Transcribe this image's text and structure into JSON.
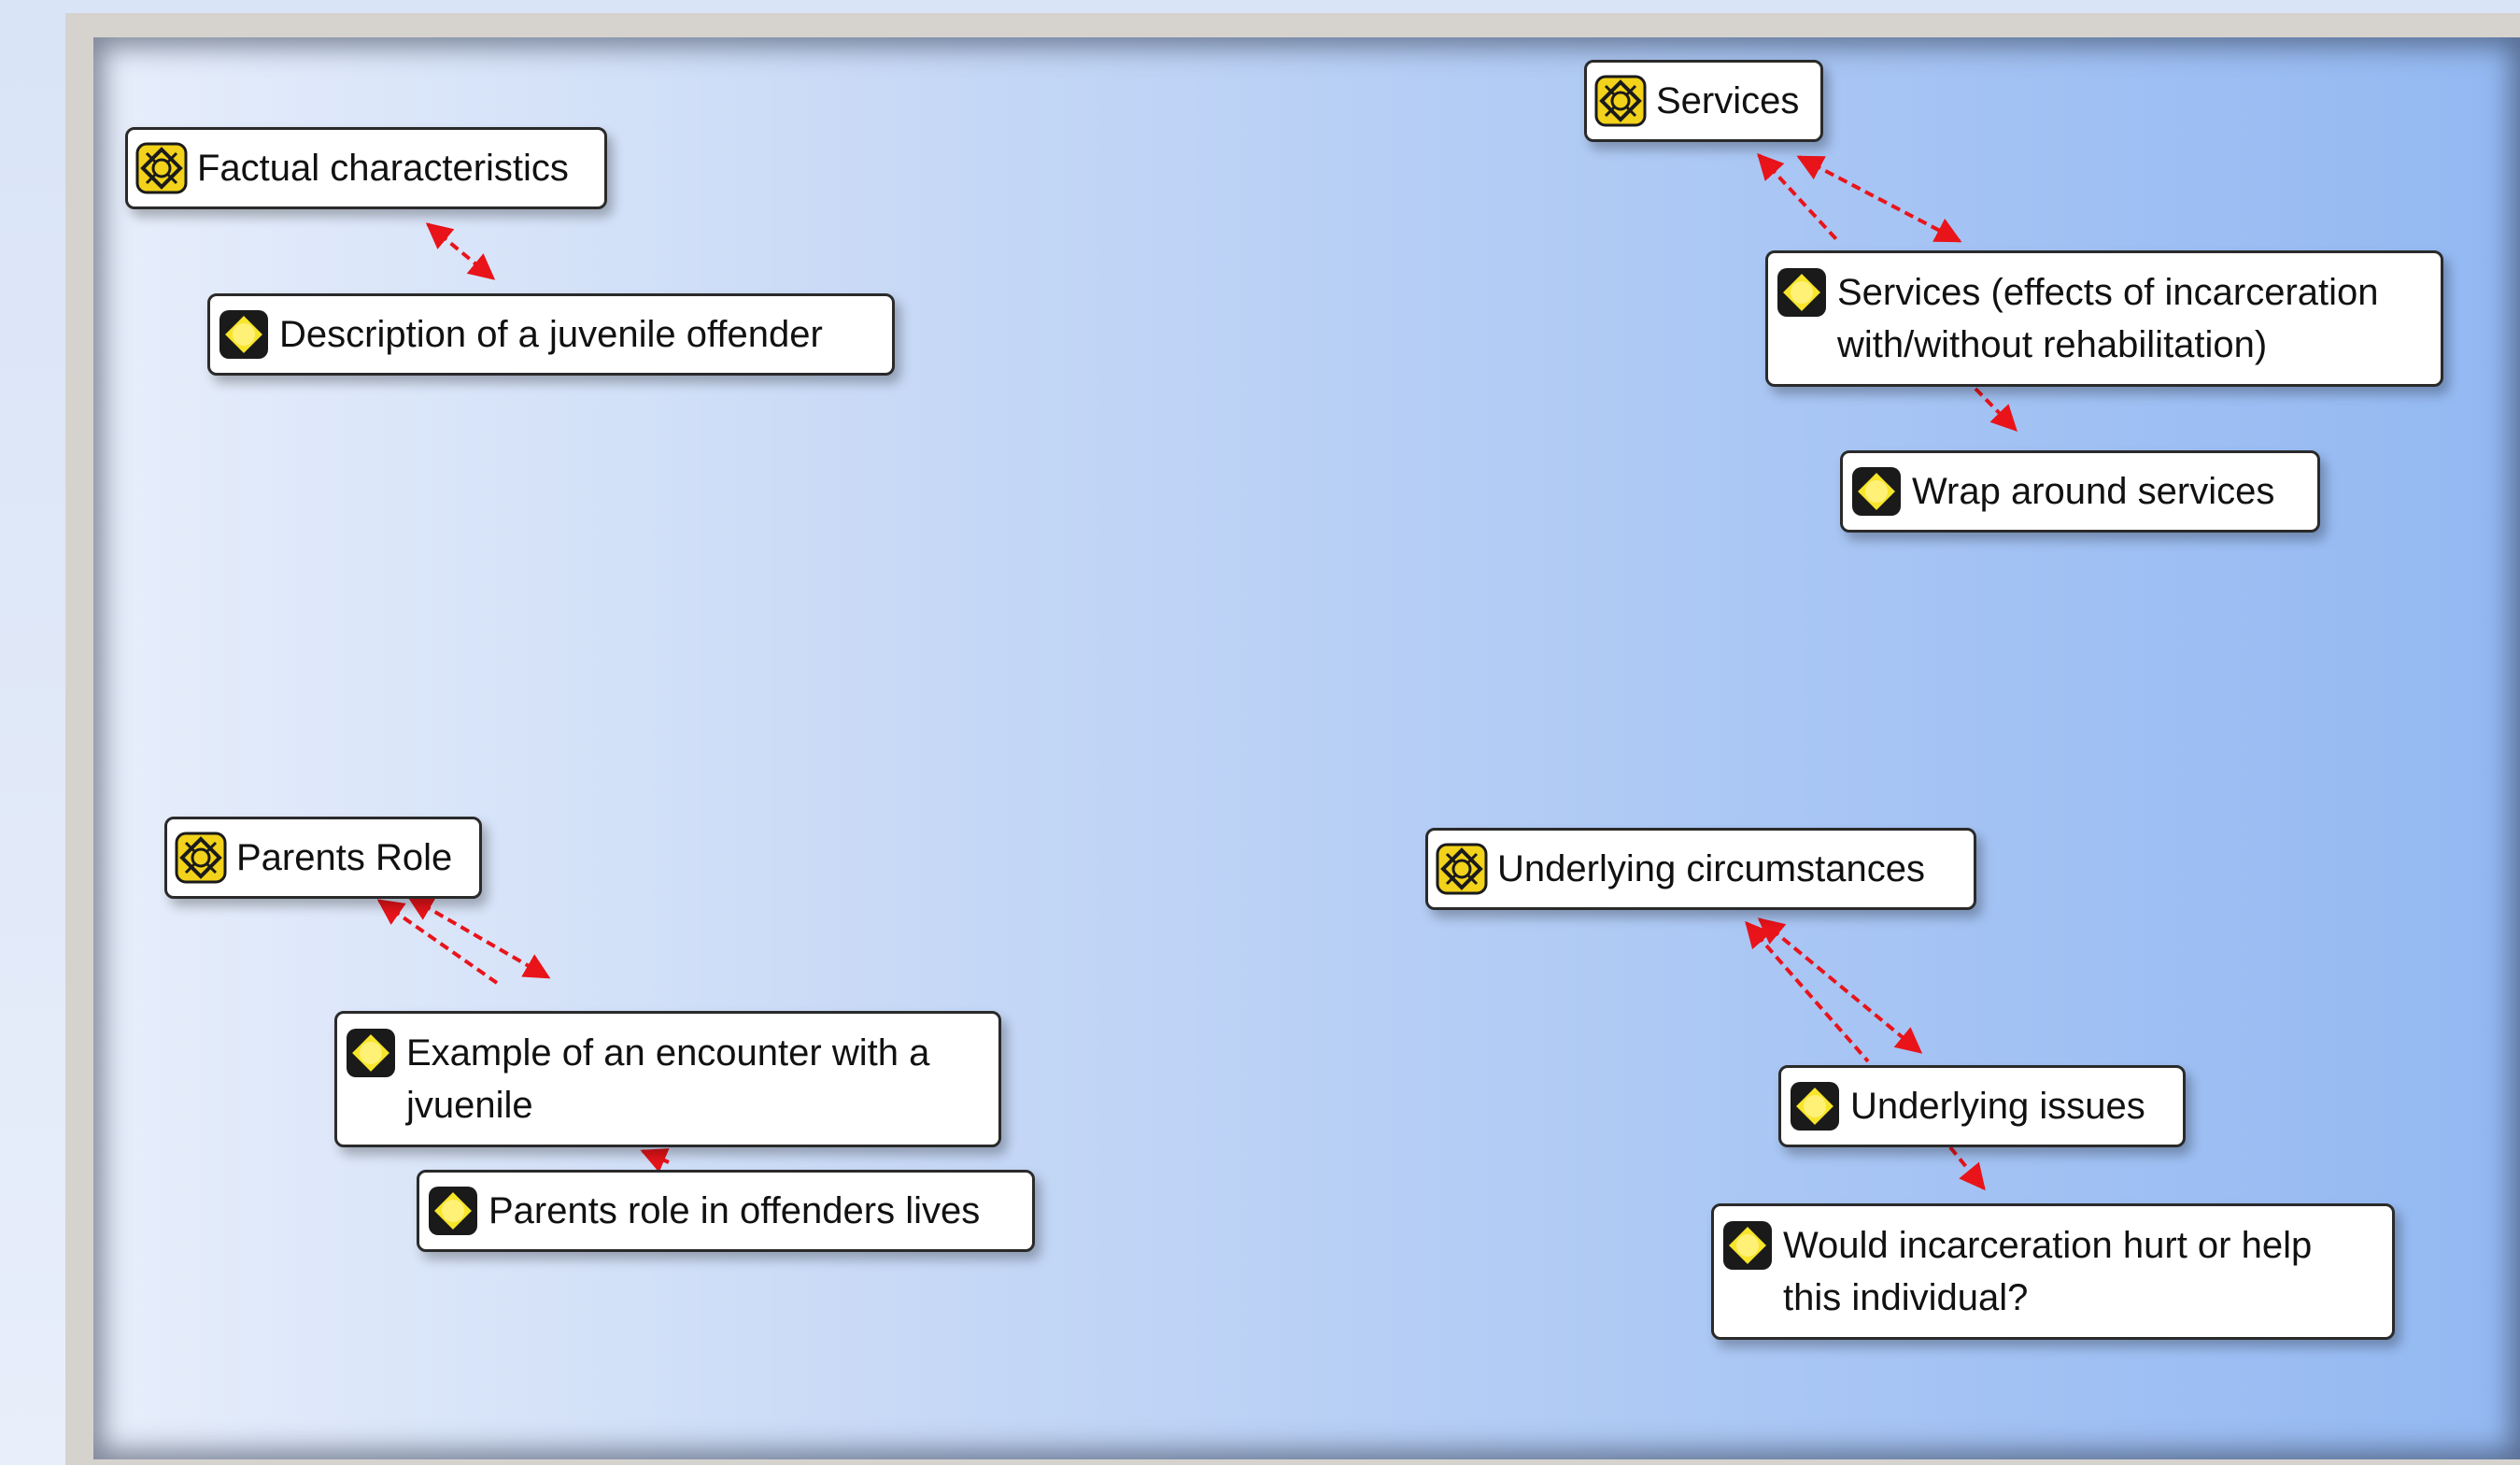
{
  "diagram": {
    "nodes": [
      {
        "id": "factual",
        "label": "Factual characteristics",
        "kind": "parent",
        "icon": "gold-node-icon"
      },
      {
        "id": "description",
        "label": "Description of a juvenile offender",
        "kind": "child",
        "icon": "black-node-icon"
      },
      {
        "id": "services",
        "label": "Services",
        "kind": "parent",
        "icon": "gold-node-icon"
      },
      {
        "id": "services_effects",
        "label": "Services (effects of incarceration\nwith/without rehabilitation)",
        "kind": "child",
        "icon": "black-node-icon"
      },
      {
        "id": "wrap_around",
        "label": "Wrap around services",
        "kind": "child",
        "icon": "black-node-icon"
      },
      {
        "id": "parents_role",
        "label": "Parents Role",
        "kind": "parent",
        "icon": "gold-node-icon"
      },
      {
        "id": "example_encounter",
        "label": "Example of an encounter with a\njvuenile",
        "kind": "child",
        "icon": "black-node-icon"
      },
      {
        "id": "parents_role_lives",
        "label": "Parents role in offenders lives",
        "kind": "child",
        "icon": "black-node-icon"
      },
      {
        "id": "underlying_circumstances",
        "label": "Underlying circumstances",
        "kind": "parent",
        "icon": "gold-node-icon"
      },
      {
        "id": "underlying_issues",
        "label": "Underlying issues",
        "kind": "child",
        "icon": "black-node-icon"
      },
      {
        "id": "would_incarceration",
        "label": "Would incarceration hurt or help\nthis individual?",
        "kind": "child",
        "icon": "black-node-icon"
      }
    ],
    "links": [
      {
        "from": "factual",
        "to": "description"
      },
      {
        "from": "services",
        "to": "services_effects"
      },
      {
        "from": "services_effects",
        "to": "wrap_around"
      },
      {
        "from": "parents_role",
        "to": "example_encounter"
      },
      {
        "from": "example_encounter",
        "to": "parents_role_lives"
      },
      {
        "from": "underlying_circumstances",
        "to": "underlying_issues"
      },
      {
        "from": "underlying_issues",
        "to": "would_incarceration"
      }
    ],
    "link_color": "#e8141a",
    "parent_icon_color": "#f2d21a",
    "child_icon_color": "#1a1a1a"
  }
}
